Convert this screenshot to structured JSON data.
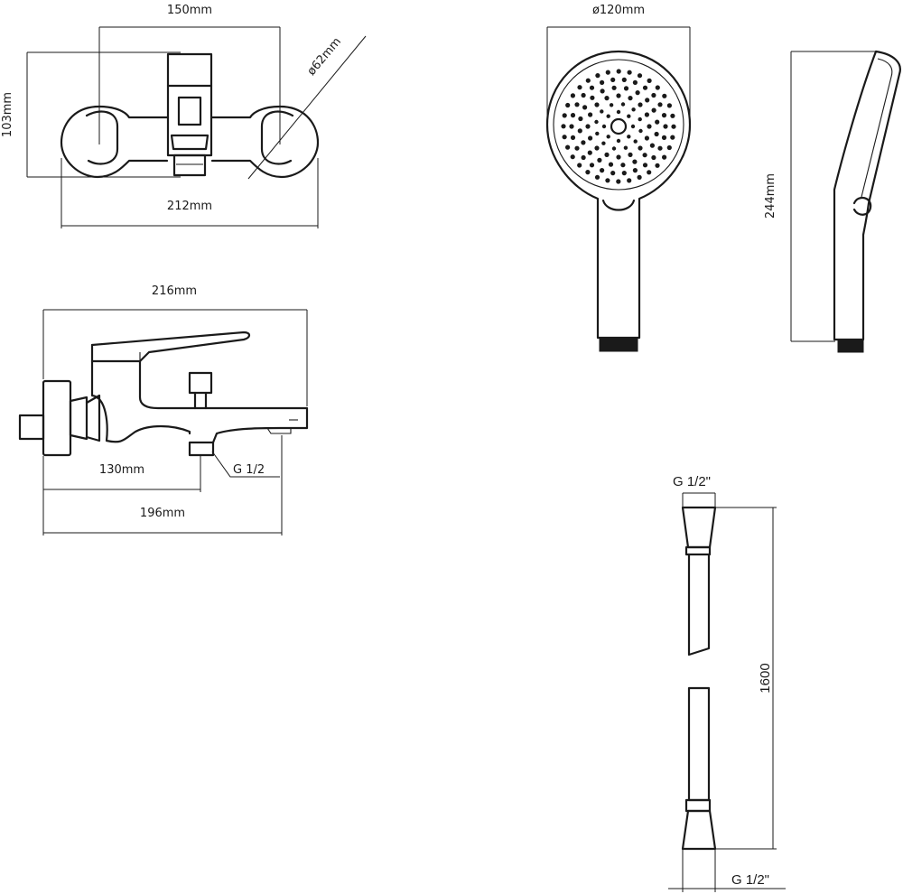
{
  "faucet_top_view": {
    "width_label": "150mm",
    "height_label": "103mm",
    "diameter_label": "ø62mm",
    "total_width_label": "212mm"
  },
  "faucet_side_view": {
    "total_length_label": "216mm",
    "outlet_distance_label": "130mm",
    "spout_length_label": "196mm",
    "thread_label": "G 1/2"
  },
  "hand_shower": {
    "diameter_label": "ø120mm",
    "length_label": "244mm"
  },
  "hose": {
    "top_thread_label": "G 1/2\"",
    "length_label": "1600",
    "bottom_thread_label": "G 1/2\""
  }
}
